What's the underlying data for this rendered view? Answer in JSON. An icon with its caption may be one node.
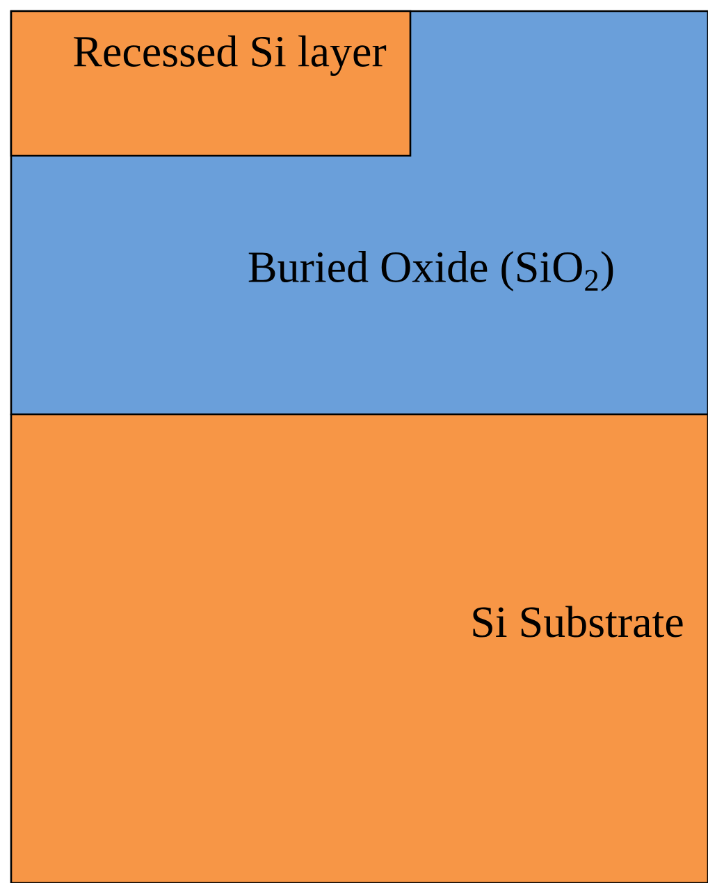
{
  "diagram": {
    "nodes": [
      {
        "text": [
          "Buried Oxide (SiO$_{2}$)"
        ]
      },
      {
        "text": [
          "Recessed Si layer"
        ],
        "in": 0
      },
      {
        "text": [
          "Si Substrate"
        ]
      }
    ]
  }
}
